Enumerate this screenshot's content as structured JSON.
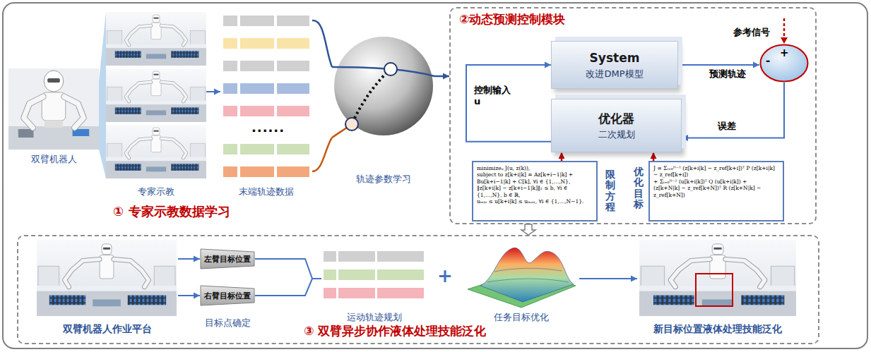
{
  "diagram": {
    "nodes": [
      {
        "text": [
          "双臂机器人"
        ]
      },
      {
        "text": [
          "专家示教"
        ]
      },
      {
        "text": [
          "末端轨迹数据"
        ]
      },
      {
        "text": [
          "轨迹参数学习"
        ]
      },
      {
        "text": [
          "②动态预测控制模块"
        ]
      },
      {
        "text": [
          "System",
          "改进DMP模型"
        ],
        "in": 4
      },
      {
        "text": [
          "优化器",
          "二次规划"
        ],
        "in": 4
      },
      {
        "text": [
          "-",
          "+"
        ],
        "in": 4
      },
      {
        "text": [
          "minimizeᵤ J(u, z(k)),",
          "subject to z[k+i|k] = Az[k+i−1|k] + Bu[k+i−1|k] + C[k], ∀i ∈ {1,…,N},",
          "‖z[k+i|k] − z[k+i−1|k]‖₂ ≤ b, ∀i ∈ {1,…,N}, b ∈ ℝ,",
          "uₘᵢₙ ≤ u[k+i|k] ≤ uₘₐₓ, ∀i ∈ {1,…,N−1}."
        ],
        "in": 4
      },
      {
        "text": [
          "J = Σᵢ₌₀ᴺ⁻¹ (z[k+i|k] − z_ref[k+i])ᵀ P (z[k+i|k] − z_ref[k+i])",
          "+ Σᵢ₌₀ᴺ⁻¹ (u[k+i|k])ᵀ Q (u[k+i|k]) +",
          "(z[k+N|k] − z_ref[k+N])ᵀ R (z[k+N|k] − z_ref[k+N])"
        ],
        "in": 4
      },
      {
        "text": [
          "③ 双臂异步协作液体处理技能泛化"
        ]
      },
      {
        "text": [
          "双臂机器人作业平台"
        ],
        "in": 10
      },
      {
        "text": [
          "左臂目标位置"
        ],
        "in": 10
      },
      {
        "text": [
          "右臂目标位置"
        ],
        "in": 10
      },
      {
        "text": [
          "运动轨迹规划"
        ],
        "in": 10
      },
      {
        "text": [
          "任务目标优化"
        ],
        "in": 10
      },
      {
        "text": [
          "新目标位置液体处理技能泛化"
        ],
        "in": 10
      }
    ],
    "edges": [
      {
        "from": 1,
        "to": 2,
        "arrow": "to"
      },
      {
        "from": 2,
        "to": 3,
        "arrow": "none"
      },
      {
        "from": 2,
        "to": 3,
        "arrow": "none"
      },
      {
        "from": 3,
        "to": 4,
        "arrow": "to"
      },
      {
        "from": 5,
        "to": 7,
        "arrow": "to",
        "label": "预测轨迹"
      },
      {
        "from": 7,
        "to": 6,
        "arrow": "to",
        "label": "误差"
      },
      {
        "from": 6,
        "to": 5,
        "arrow": "to",
        "label": "控制输入 u"
      },
      {
        "from": 8,
        "to": 6,
        "arrow": "to"
      },
      {
        "from": 9,
        "to": 6,
        "arrow": "to"
      },
      {
        "from": 4,
        "to": 10,
        "arrow": "to"
      },
      {
        "from": 11,
        "to": 12,
        "arrow": "to"
      },
      {
        "from": 11,
        "to": 13,
        "arrow": "to"
      },
      {
        "from": 12,
        "to": 14,
        "arrow": "none"
      },
      {
        "from": 13,
        "to": 14,
        "arrow": "none"
      },
      {
        "from": 15,
        "to": 16,
        "arrow": "to"
      }
    ],
    "labels": [
      "① 专家示教数据学习",
      "......",
      "参考信号",
      "限制方程",
      "优化目标",
      "目标点确定",
      "+"
    ]
  }
}
